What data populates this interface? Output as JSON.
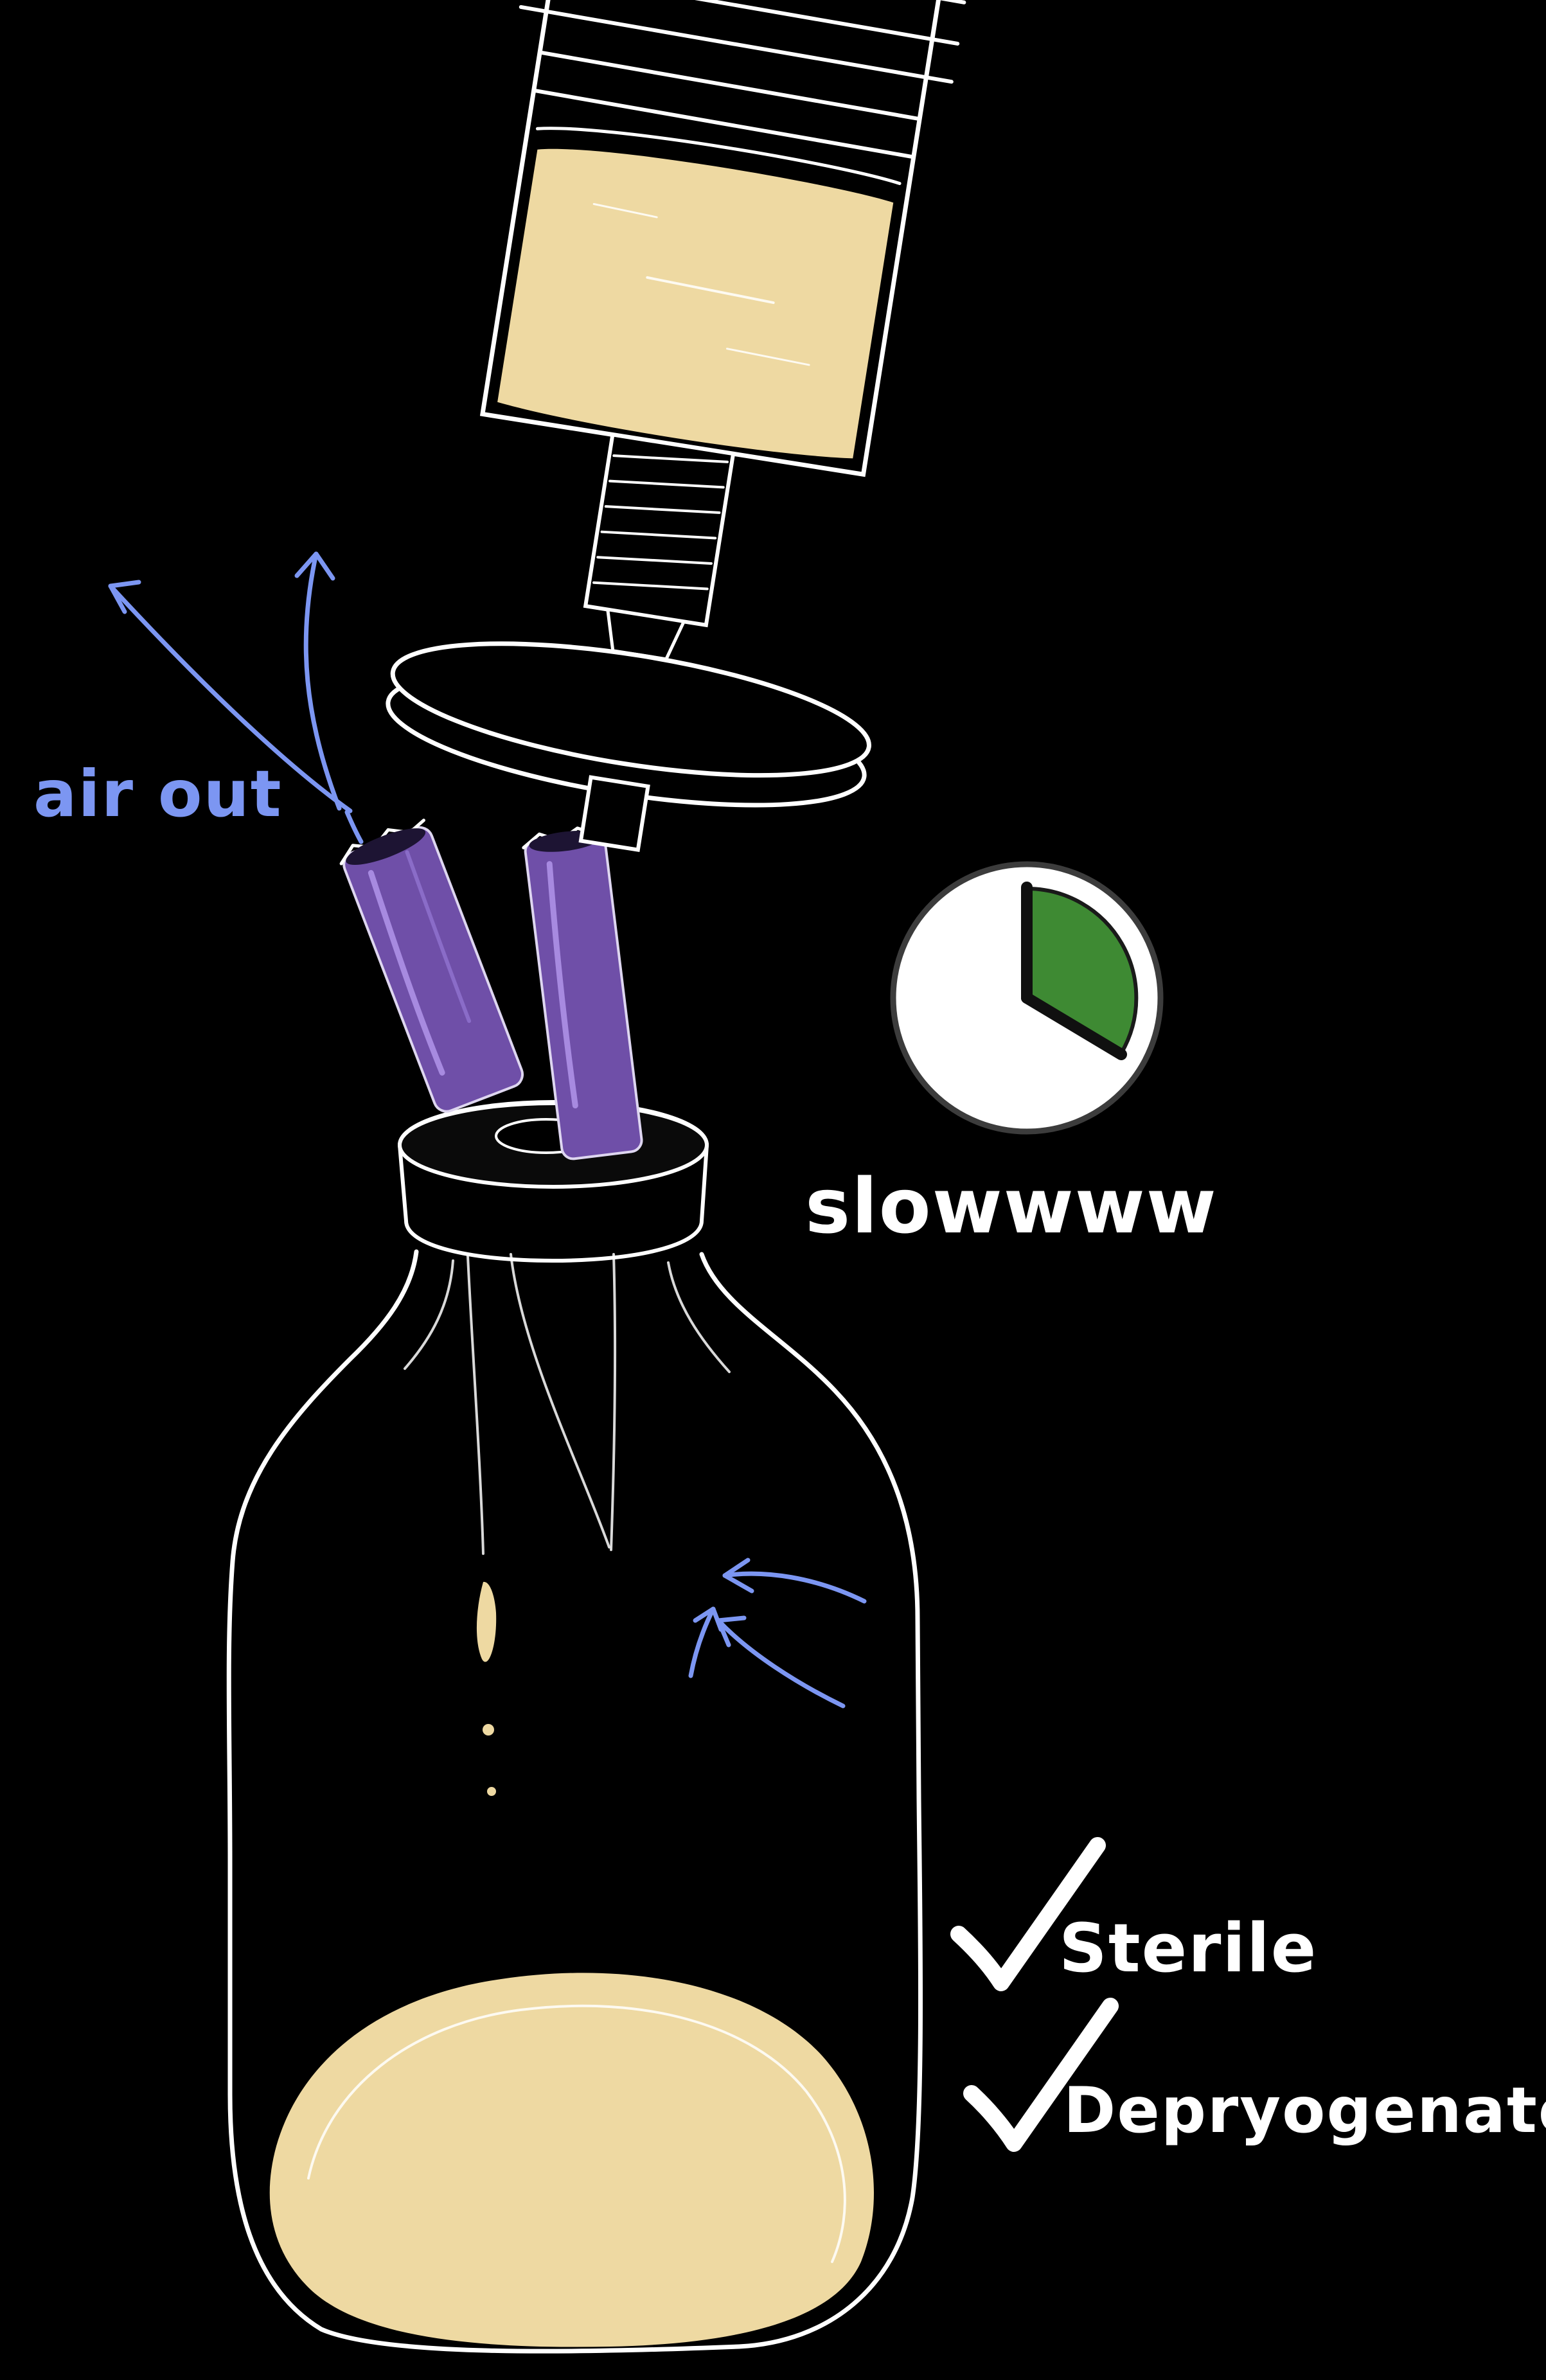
{
  "labels": {
    "air_out": "air out",
    "speed": "slowwww",
    "sterile": "Sterile",
    "depyrogenated": "Depryogenated"
  },
  "colors": {
    "background": "#000000",
    "liquid": "#eed9a2",
    "needle_purple": "#6f4fa8",
    "needle_highlight": "#a78ae0",
    "arrow_blue": "#7c96f2",
    "clock_green": "#3e8a33",
    "clock_face": "#ffffff",
    "clock_hand": "#101010",
    "line_white": "#ffffff"
  },
  "icons": {
    "clock": "clock-icon",
    "checkmark": "checkmark-icon"
  }
}
